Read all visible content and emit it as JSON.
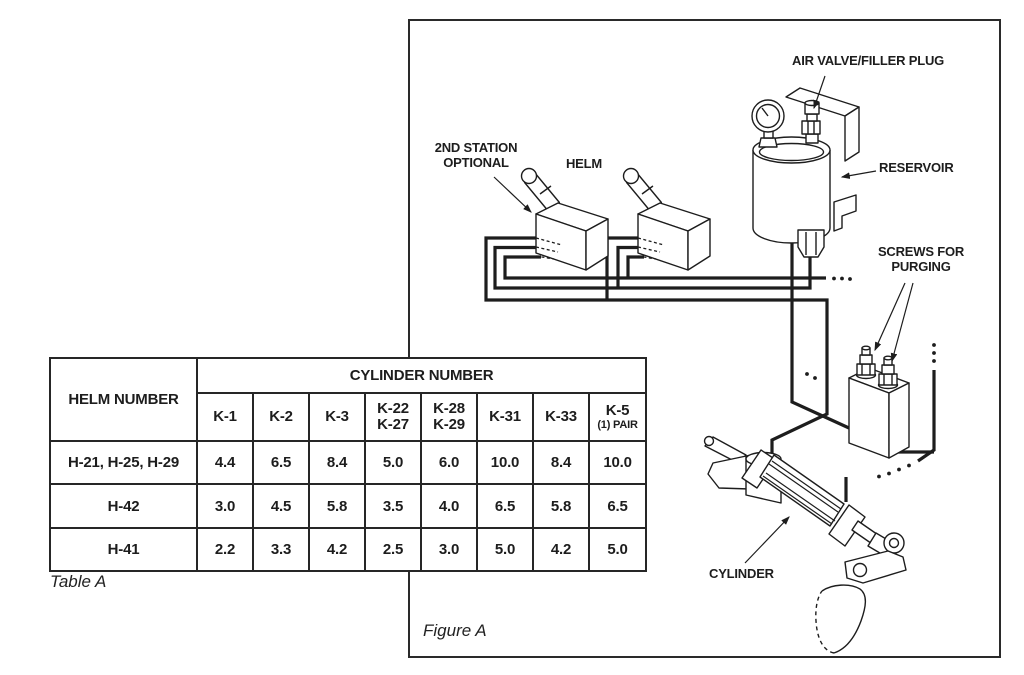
{
  "table": {
    "caption": "Table A",
    "corner_header": "HELM NUMBER",
    "group_header": "CYLINDER NUMBER",
    "columns": [
      {
        "l1": "K-1",
        "l2": ""
      },
      {
        "l1": "K-2",
        "l2": ""
      },
      {
        "l1": "K-3",
        "l2": ""
      },
      {
        "l1": "K-22",
        "l2": "K-27"
      },
      {
        "l1": "K-28",
        "l2": "K-29"
      },
      {
        "l1": "K-31",
        "l2": ""
      },
      {
        "l1": "K-33",
        "l2": ""
      },
      {
        "l1": "K-5",
        "l2": "(1) PAIR"
      }
    ],
    "rows": [
      {
        "helm": "H-21, H-25, H-29",
        "values": [
          "4.4",
          "6.5",
          "8.4",
          "5.0",
          "6.0",
          "10.0",
          "8.4",
          "10.0"
        ]
      },
      {
        "helm": "H-42",
        "values": [
          "3.0",
          "4.5",
          "5.8",
          "3.5",
          "4.0",
          "6.5",
          "5.8",
          "6.5"
        ]
      },
      {
        "helm": "H-41",
        "values": [
          "2.2",
          "3.3",
          "4.2",
          "2.5",
          "3.0",
          "5.0",
          "4.2",
          "5.0"
        ]
      }
    ]
  },
  "figure": {
    "caption": "Figure A",
    "labels": {
      "air_valve": "AIR VALVE/FILLER PLUG",
      "second_station": "2ND STATION\nOPTIONAL",
      "helm": "HELM",
      "reservoir": "RESERVOIR",
      "screws": "SCREWS FOR\nPURGING",
      "cylinder": "CYLINDER"
    },
    "ink_color": "#1d1d1d"
  }
}
